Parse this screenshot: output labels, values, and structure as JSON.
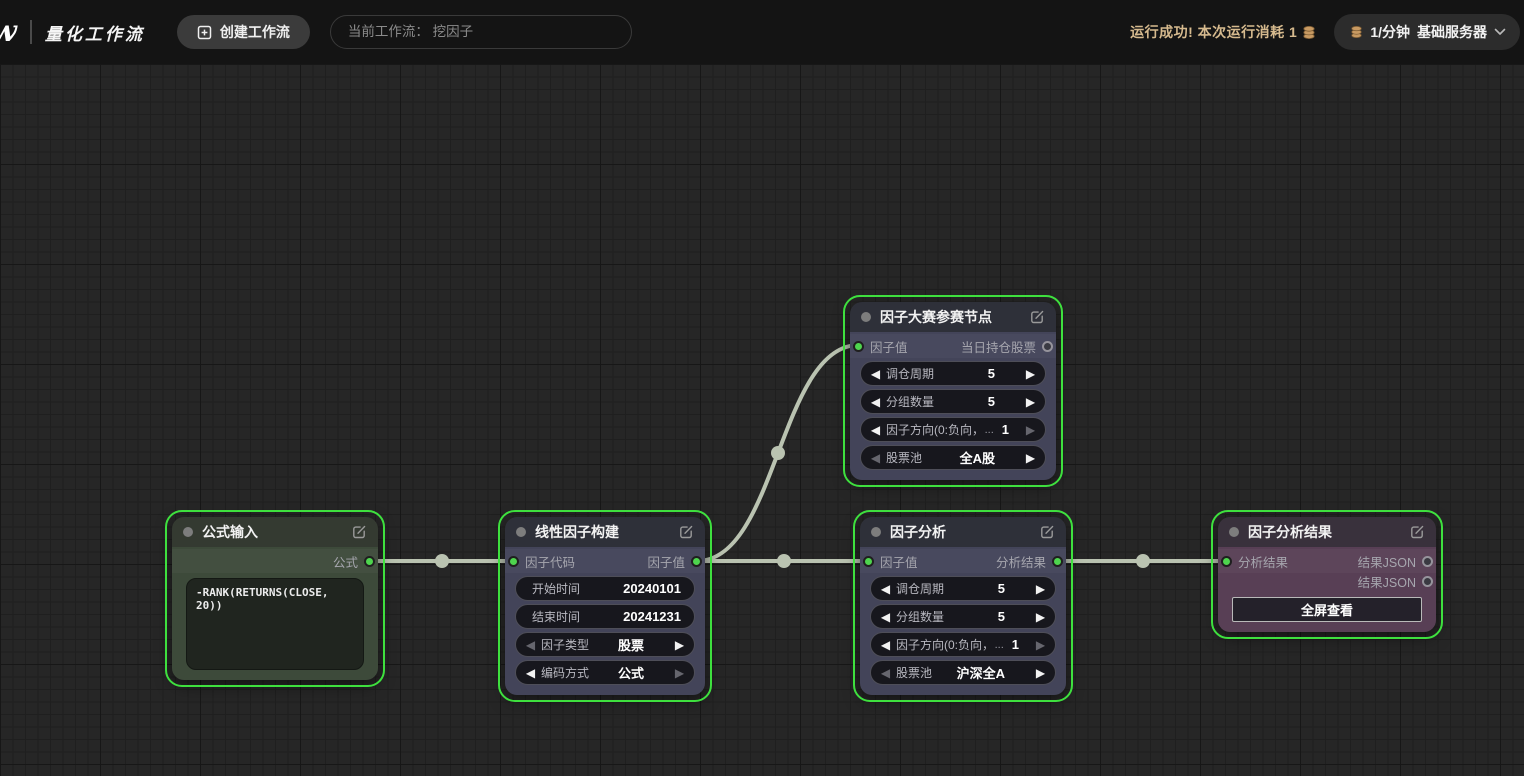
{
  "topbar": {
    "logo_letter": "w",
    "app_title": "量化工作流",
    "create_button_label": "创建工作流",
    "workflow_field_value": "当前工作流： 挖因子",
    "run_status": "运行成功!  本次运行消耗 1",
    "server_rate": "1/分钟",
    "server_plan": "基础服务器"
  },
  "colors": {
    "selection_green": "#3ee03e",
    "port_green": "#4ed44e",
    "link_gray_green": "#bac3b1",
    "gold_text": "#d6ba8e",
    "coin_gold": "#c89a62"
  },
  "nodes": [
    {
      "title": "公式输入",
      "output_label": "公式",
      "formula": "-RANK(RETURNS(CLOSE, 20))"
    },
    {
      "title": "线性因子构建",
      "input_label": "因子代码",
      "output_label": "因子值",
      "rows": [
        {
          "label": "开始时间",
          "value": "20240101"
        },
        {
          "label": "结束时间",
          "value": "20241231"
        },
        {
          "label": "因子类型",
          "value": "股票"
        },
        {
          "label": "编码方式",
          "value": "公式"
        }
      ]
    },
    {
      "title": "因子大赛参赛节点",
      "input_label": "因子值",
      "output_label": "当日持仓股票",
      "rows": [
        {
          "label": "调仓周期",
          "value": "5"
        },
        {
          "label": "分组数量",
          "value": "5"
        },
        {
          "label": "因子方向(0:负向，",
          "ellipsis": "...",
          "value": "1"
        },
        {
          "label": "股票池",
          "value": "全A股"
        }
      ]
    },
    {
      "title": "因子分析",
      "input_label": "因子值",
      "output_label": "分析结果",
      "rows": [
        {
          "label": "调仓周期",
          "value": "5"
        },
        {
          "label": "分组数量",
          "value": "5"
        },
        {
          "label": "因子方向(0:负向，",
          "ellipsis": "...",
          "value": "1"
        },
        {
          "label": "股票池",
          "value": "沪深全A"
        }
      ]
    },
    {
      "title": "因子分析结果",
      "input_label": "分析结果",
      "output_labels": [
        "结果JSON",
        "结果JSON"
      ],
      "button_label": "全屏查看"
    }
  ]
}
